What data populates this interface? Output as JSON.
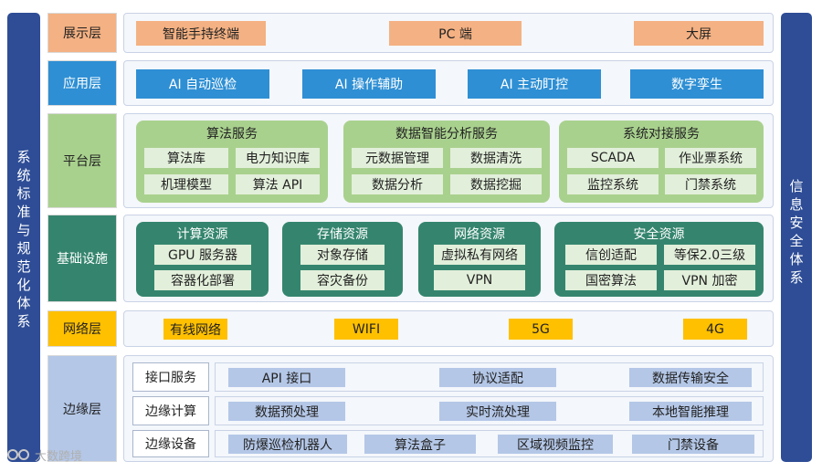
{
  "left_sidebar": {
    "title": "系统标准与规范化体系"
  },
  "right_sidebar": {
    "title": "信息安全体系"
  },
  "layers": {
    "presentation": {
      "label": "展示层",
      "items": [
        "智能手持终端",
        "PC 端",
        "大屏"
      ]
    },
    "application": {
      "label": "应用层",
      "items": [
        "AI 自动巡检",
        "AI 操作辅助",
        "AI 主动盯控",
        "数字孪生"
      ]
    },
    "platform": {
      "label": "平台层",
      "groups": [
        {
          "title": "算法服务",
          "items": [
            "算法库",
            "电力知识库",
            "机理模型",
            "算法 API"
          ]
        },
        {
          "title": "数据智能分析服务",
          "items": [
            "元数据管理",
            "数据清洗",
            "数据分析",
            "数据挖掘"
          ]
        },
        {
          "title": "系统对接服务",
          "items": [
            "SCADA",
            "作业票系统",
            "监控系统",
            "门禁系统"
          ]
        }
      ]
    },
    "infrastructure": {
      "label": "基础设施",
      "groups": [
        {
          "title": "计算资源",
          "items": [
            "GPU 服务器",
            "容器化部署"
          ]
        },
        {
          "title": "存储资源",
          "items": [
            "对象存储",
            "容灾备份"
          ]
        },
        {
          "title": "网络资源",
          "items": [
            "虚拟私有网络",
            "VPN"
          ]
        },
        {
          "title": "安全资源",
          "items": [
            "信创适配",
            "等保2.0三级",
            "国密算法",
            "VPN 加密"
          ]
        }
      ]
    },
    "network": {
      "label": "网络层",
      "items": [
        "有线网络",
        "WIFI",
        "5G",
        "4G"
      ]
    },
    "edge": {
      "label": "边缘层",
      "rows": [
        {
          "label": "接口服务",
          "items": [
            "API 接口",
            "协议适配",
            "数据传输安全"
          ]
        },
        {
          "label": "边缘计算",
          "items": [
            "数据预处理",
            "实时流处理",
            "本地智能推理"
          ]
        },
        {
          "label": "边缘设备",
          "items": [
            "防爆巡检机器人",
            "算法盒子",
            "区域视频监控",
            "门禁设备"
          ]
        }
      ]
    }
  },
  "watermark": {
    "text": "大数跨境"
  },
  "colors": {
    "sidebar": "#2e4d96",
    "presentation": "#f4b183",
    "application": "#2e8fd4",
    "platform_group": "#a9d18e",
    "infra_group": "#35856e",
    "network": "#ffc000",
    "edge_item": "#b4c7e7"
  }
}
